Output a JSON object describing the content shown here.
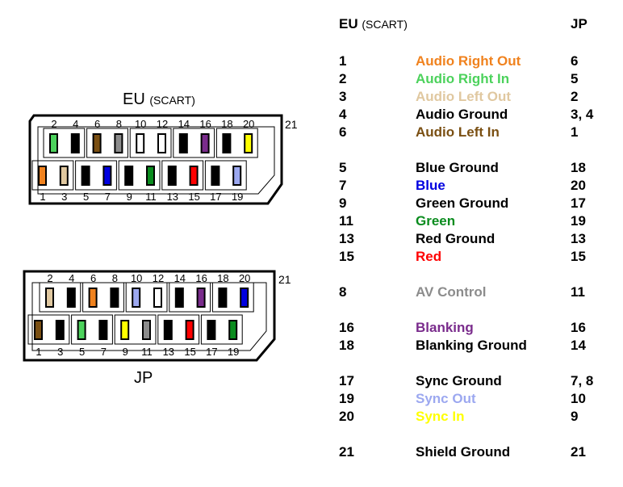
{
  "eu_connector": {
    "label": "EU",
    "sublabel": "(SCART)",
    "pin21_label": "21",
    "top_pins": [
      {
        "num": "2",
        "color": "#4cd25c"
      },
      {
        "num": "4",
        "color": "#000000"
      },
      {
        "num": "6",
        "color": "#7a4f12"
      },
      {
        "num": "8",
        "color": "#8c8c8c"
      },
      {
        "num": "10",
        "color": "#ffffff"
      },
      {
        "num": "12",
        "color": "#ffffff"
      },
      {
        "num": "14",
        "color": "#000000"
      },
      {
        "num": "16",
        "color": "#7a2c8c"
      },
      {
        "num": "18",
        "color": "#000000"
      },
      {
        "num": "20",
        "color": "#ffff00"
      }
    ],
    "bottom_pins": [
      {
        "num": "1",
        "color": "#f0821e"
      },
      {
        "num": "3",
        "color": "#e0c8a0"
      },
      {
        "num": "5",
        "color": "#000000"
      },
      {
        "num": "7",
        "color": "#0000e0"
      },
      {
        "num": "9",
        "color": "#000000"
      },
      {
        "num": "11",
        "color": "#0a8c1e"
      },
      {
        "num": "13",
        "color": "#000000"
      },
      {
        "num": "15",
        "color": "#ff0000"
      },
      {
        "num": "17",
        "color": "#000000"
      },
      {
        "num": "19",
        "color": "#9ca8f0"
      }
    ]
  },
  "jp_connector": {
    "label": "JP",
    "pin21_label": "21",
    "top_pins": [
      {
        "num": "2",
        "color": "#e0c8a0"
      },
      {
        "num": "4",
        "color": "#000000"
      },
      {
        "num": "6",
        "color": "#f0821e"
      },
      {
        "num": "8",
        "color": "#000000"
      },
      {
        "num": "10",
        "color": "#9ca8f0"
      },
      {
        "num": "12",
        "color": "#ffffff"
      },
      {
        "num": "14",
        "color": "#000000"
      },
      {
        "num": "16",
        "color": "#7a2c8c"
      },
      {
        "num": "18",
        "color": "#000000"
      },
      {
        "num": "20",
        "color": "#0000e0"
      }
    ],
    "bottom_pins": [
      {
        "num": "1",
        "color": "#7a4f12"
      },
      {
        "num": "3",
        "color": "#000000"
      },
      {
        "num": "5",
        "color": "#4cd25c"
      },
      {
        "num": "7",
        "color": "#000000"
      },
      {
        "num": "9",
        "color": "#ffff00"
      },
      {
        "num": "11",
        "color": "#8c8c8c"
      },
      {
        "num": "13",
        "color": "#000000"
      },
      {
        "num": "15",
        "color": "#ff0000"
      },
      {
        "num": "17",
        "color": "#000000"
      },
      {
        "num": "19",
        "color": "#0a8c1e"
      }
    ]
  },
  "table": {
    "header": {
      "eu": "EU",
      "eu_sub": "(SCART)",
      "jp": "JP"
    },
    "rows": [
      {
        "eu": "1",
        "signal": "Audio Right Out",
        "color": "#f0821e",
        "jp": "6"
      },
      {
        "eu": "2",
        "signal": "Audio Right In",
        "color": "#4cd25c",
        "jp": "5"
      },
      {
        "eu": "3",
        "signal": "Audio Left Out",
        "color": "#e0c8a0",
        "jp": "2"
      },
      {
        "eu": "4",
        "signal": "Audio Ground",
        "color": "#000000",
        "jp": "3, 4"
      },
      {
        "eu": "6",
        "signal": "Audio Left In",
        "color": "#7a4f12",
        "jp": "1"
      },
      {
        "eu": "5",
        "signal": "Blue Ground",
        "color": "#000000",
        "jp": "18"
      },
      {
        "eu": "7",
        "signal": "Blue",
        "color": "#0000e0",
        "jp": "20"
      },
      {
        "eu": "9",
        "signal": "Green Ground",
        "color": "#000000",
        "jp": "17"
      },
      {
        "eu": "11",
        "signal": "Green",
        "color": "#0a8c1e",
        "jp": "19"
      },
      {
        "eu": "13",
        "signal": "Red Ground",
        "color": "#000000",
        "jp": "13"
      },
      {
        "eu": "15",
        "signal": "Red",
        "color": "#ff0000",
        "jp": "15"
      },
      {
        "eu": "8",
        "signal": "AV Control",
        "color": "#8c8c8c",
        "jp": "11"
      },
      {
        "eu": "16",
        "signal": "Blanking",
        "color": "#7a2c8c",
        "jp": "16"
      },
      {
        "eu": "18",
        "signal": "Blanking Ground",
        "color": "#000000",
        "jp": "14"
      },
      {
        "eu": "17",
        "signal": "Sync Ground",
        "color": "#000000",
        "jp": "7, 8"
      },
      {
        "eu": "19",
        "signal": "Sync Out",
        "color": "#9ca8f0",
        "jp": "10"
      },
      {
        "eu": "20",
        "signal": "Sync In",
        "color": "#ffff00",
        "jp": "9"
      },
      {
        "eu": "21",
        "signal": "Shield Ground",
        "color": "#000000",
        "jp": "21"
      }
    ]
  }
}
